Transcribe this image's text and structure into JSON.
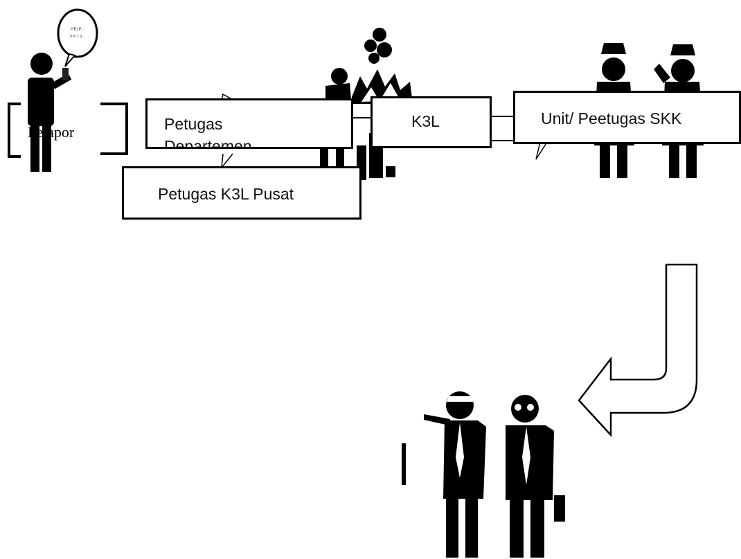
{
  "diagram": {
    "reporter_label": "Pelapor",
    "department_officer_label": "Petugas Departemen",
    "central_k3l_officer_label": "Petugas K3L Pusat",
    "k3l_label": "K3L",
    "skk_unit_label": "Unit/ Peetugas SKK",
    "speech_bubble_text": "HELP... 0 8 1 9..."
  },
  "colors": {
    "ink": "#000000",
    "paper": "#ffffff"
  }
}
